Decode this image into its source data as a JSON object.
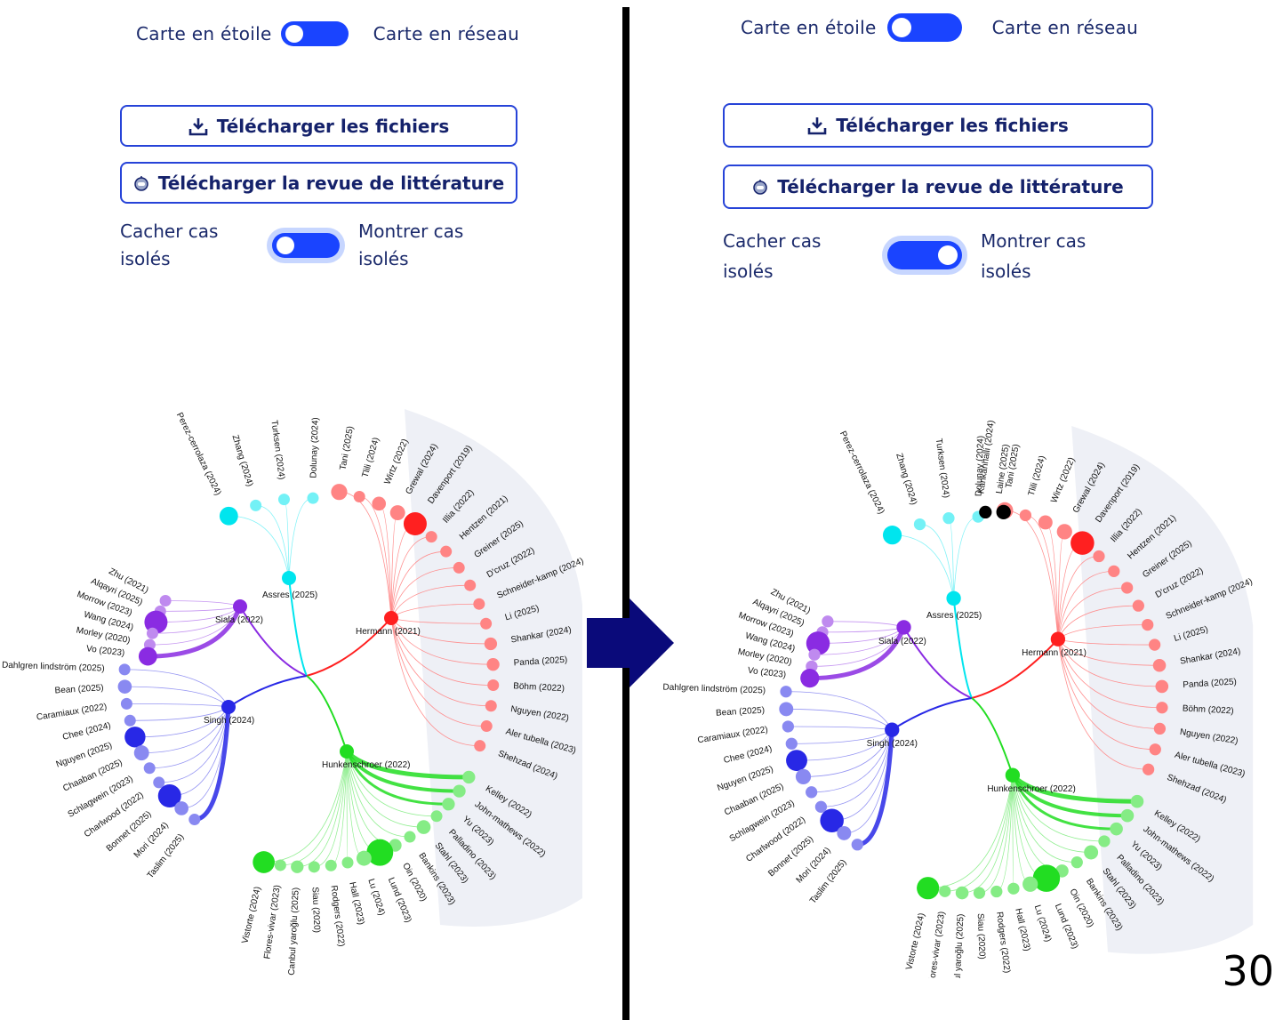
{
  "slide": {
    "page_number": "30"
  },
  "before": {
    "map_toggle": {
      "left_label": "Carte en étoile",
      "right_label": "Carte en réseau",
      "state": "étoile"
    },
    "download_files_label": "Télécharger les fichiers",
    "download_review_label": "Télécharger la revue de littérature",
    "isolated_toggle": {
      "left_line1": "Cacher cas",
      "left_line2": "isolés",
      "right_line1": "Montrer cas",
      "right_line2": "isolés",
      "state": "cacher"
    }
  },
  "after": {
    "map_toggle": {
      "left_label": "Carte en étoile",
      "right_label": "Carte en réseau",
      "state": "étoile"
    },
    "download_files_label": "Télécharger les fichiers",
    "download_review_label": "Télécharger la revue de littérature",
    "isolated_toggle": {
      "left_line1": "Cacher cas",
      "left_line2": "isolés",
      "right_line1": "Montrer cas",
      "right_line2": "isolés",
      "state": "montrer"
    }
  },
  "graph": {
    "clusters": [
      {
        "hub": "Siala (2022)",
        "color": "#8a2be2",
        "leaves": [
          "Zhu (2021)",
          "Alqayri (2025)",
          "Morrow (2023)",
          "Wang (2024)",
          "Morley (2020)",
          "Vo (2023)"
        ]
      },
      {
        "hub": "Assres (2025)",
        "color": "#00e5ee",
        "leaves": [
          "Perez-cerrolaza (2024)",
          "Zhang (2024)",
          "Turksen (2024)",
          "Dolunay (2024)"
        ]
      },
      {
        "hub": "Hermann (2021)",
        "color": "#ff2020",
        "leaves": [
          "Tani (2025)",
          "Tlili (2024)",
          "Wirtz (2022)",
          "Grewal (2024)",
          "Davenport (2019)",
          "Illia (2022)",
          "Hentzen (2021)",
          "Greiner (2025)",
          "D'cruz (2022)",
          "Schneider-kamp (2024)",
          "Li (2025)",
          "Shankar (2024)",
          "Panda (2025)",
          "Böhm (2022)",
          "Nguyen (2022)",
          "Aler tubella (2023)",
          "Shehzad (2024)"
        ]
      },
      {
        "hub": "Singh (2024)",
        "color": "#2828e6",
        "leaves": [
          "Dahlgren lindström (2025)",
          "Bean (2025)",
          "Caramiaux (2022)",
          "Chee (2024)",
          "Nguyen (2025)",
          "Chaaban (2025)",
          "Schlagwein (2023)",
          "Charlwood (2022)",
          "Bonnet (2025)",
          "Mori (2024)",
          "Taslim (2025)"
        ]
      },
      {
        "hub": "Hunkenschroer (2022)",
        "color": "#22dd22",
        "leaves": [
          "Kelley (2022)",
          "John-mathews (2022)",
          "Yu (2023)",
          "Palladino (2023)",
          "Stahl (2023)",
          "Bankins (2023)",
          "Oin (2020)",
          "Lund (2023)",
          "Lu (2024)",
          "Hall (2023)",
          "Rodgers (2022)",
          "Siau (2020)",
          "Canbul yaroğlu (2025)",
          "Flores-vivar (2023)",
          "Vistorte (2024)"
        ]
      }
    ],
    "isolated_cases": [
      "Kankanhalli (2024)",
      "Laine (2025)"
    ]
  }
}
